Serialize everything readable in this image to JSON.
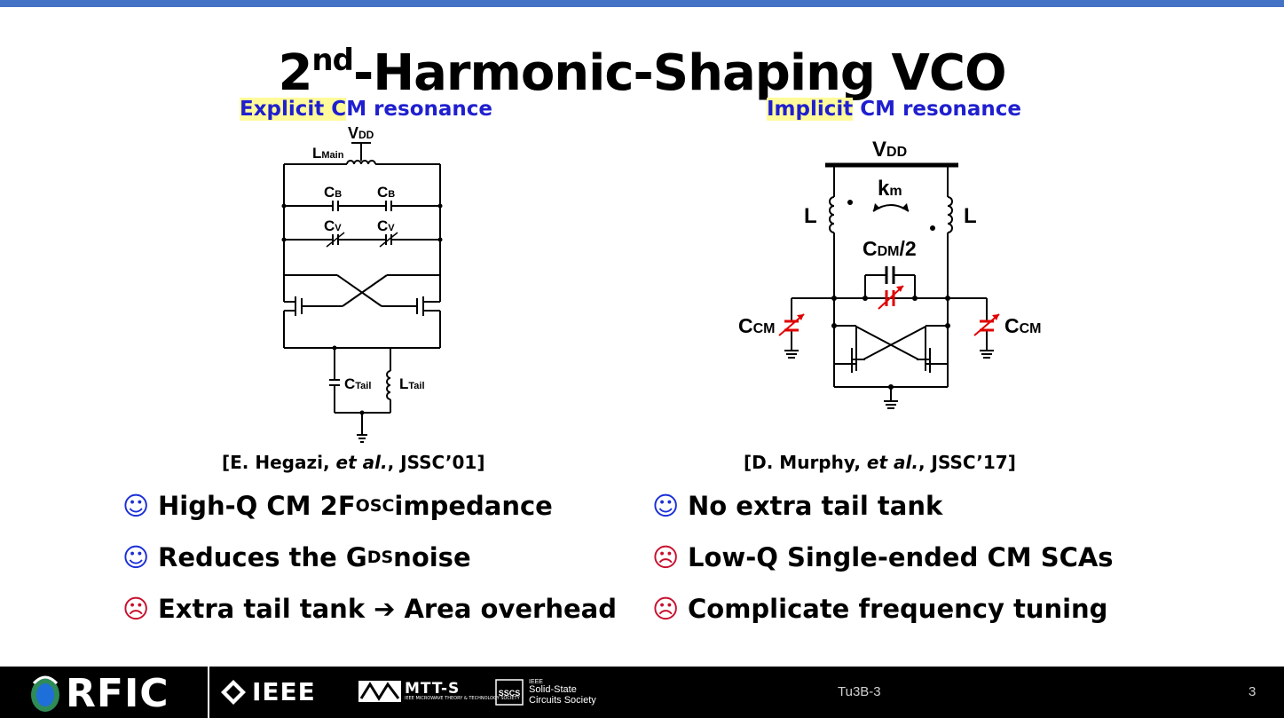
{
  "slide": {
    "title_prefix": "2",
    "title_sup": "nd",
    "title_rest": "-Harmonic-Shaping VCO",
    "left": {
      "subhead_highlight": "Explicit C",
      "subhead_rest": "M resonance",
      "circuit_labels": {
        "vdd_main": "V",
        "vdd_sub": "DD",
        "lmain_main": "L",
        "lmain_sub": "Main",
        "cb_main": "C",
        "cb_sub": "B",
        "cv_main": "C",
        "cv_sub": "V",
        "ctail_main": "C",
        "ctail_sub": "Tail",
        "ltail_main": "L",
        "ltail_sub": "Tail"
      },
      "reference": {
        "pre": "[E. Hegazi, ",
        "ital": "et al.",
        "post": ", JSSC’01]"
      },
      "bullets": [
        {
          "mood": "happy",
          "face": "☺",
          "text_a": "High-Q CM 2F",
          "sub": "OSC",
          "text_b": " impedance"
        },
        {
          "mood": "happy",
          "face": "☺",
          "text_a": "Reduces the G",
          "sub": "DS",
          "text_b": " noise"
        },
        {
          "mood": "sad",
          "face": "☹",
          "text_a": "Extra tail tank",
          "arrow": "➔",
          "text_b": "Area overhead"
        }
      ]
    },
    "right": {
      "subhead_highlight": "Implicit",
      "subhead_rest": " CM resonance",
      "circuit_labels": {
        "vdd_main": "V",
        "vdd_sub": "DD",
        "l": "L",
        "km_main": "k",
        "km_sub": "m",
        "cdm_main": "C",
        "cdm_sub": "DM",
        "cdm_suffix": "/2",
        "ccm_main": "C",
        "ccm_sub": "CM"
      },
      "reference": {
        "pre": "[D. Murphy, ",
        "ital": "et al.",
        "post": ", JSSC’17]"
      },
      "bullets": [
        {
          "mood": "happy",
          "face": "☺",
          "text": "No extra tail tank"
        },
        {
          "mood": "sad",
          "face": "☹",
          "text": "Low-Q Single-ended CM SCAs"
        },
        {
          "mood": "sad",
          "face": "☹",
          "text": "Complicate frequency tuning"
        }
      ]
    }
  },
  "footer": {
    "rfic_logo_text": "RFIC",
    "ieee_logo_text": "IEEE",
    "mtts_logo_text": "MTT-S",
    "mtts_logo_sub": "IEEE MICROWAVE THEORY & TECHNOLOGY SOCIETY",
    "sscs_badge": "SSCS",
    "sscs_small": "IEEE",
    "sscs_line1": "Solid-State",
    "sscs_line2": "Circuits Society",
    "session_code": "Tu3B-3",
    "page_number": "3"
  },
  "colors": {
    "accent_bar": "#4472c4",
    "subhead_blue": "#1f1fcf",
    "highlight_yellow": "#fffb9a",
    "happy_blue": "#1a2fd6",
    "sad_red": "#c8102e",
    "tunable_red": "#e00000"
  }
}
